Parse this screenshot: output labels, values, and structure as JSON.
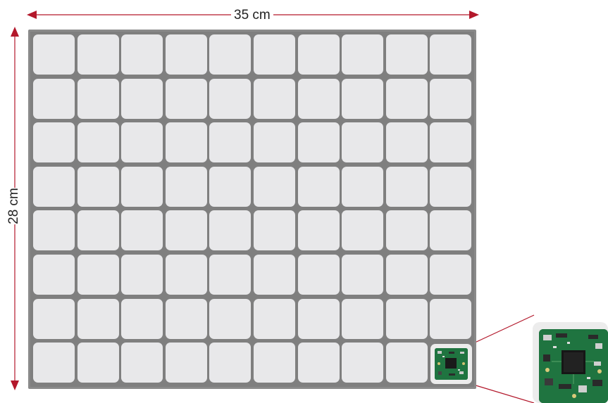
{
  "dimensions": {
    "width_label": "35 cm",
    "height_label": "28 cm"
  },
  "grid": {
    "rows": 8,
    "columns": 10
  },
  "colors": {
    "arrow": "#b3182b",
    "board": "#8a8a8a",
    "cell": "#e8e8ea",
    "pcb": "#1d6e3a",
    "connector": "#b3182b"
  },
  "icons": [
    "circuit-board-icon",
    "zoomed-circuit-board-icon"
  ]
}
